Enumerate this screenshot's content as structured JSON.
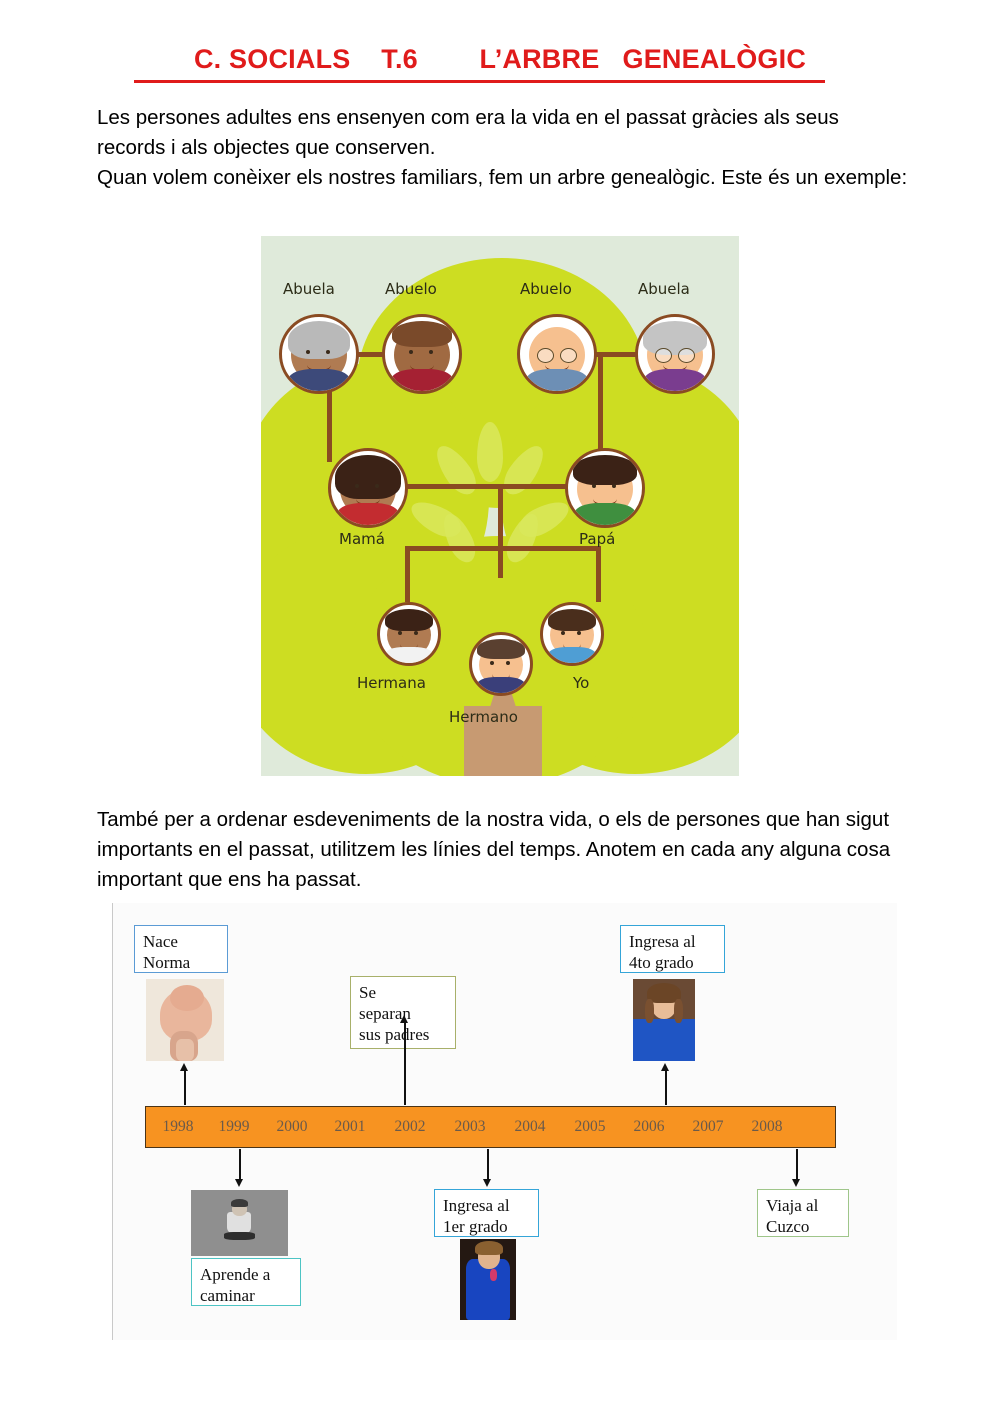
{
  "document": {
    "title": "C. SOCIALS    T.6        L’ARBRE   GENEALÒGIC",
    "title_color": "#e01b1b",
    "paragraph_1": "Les persones adultes ens ensenyen com era la vida en el passat gràcies als seus records i als objectes que conserven.\nQuan volem conèixer els nostres familiars,  fem un arbre genealògic. Este és un exemple:",
    "paragraph_2": "També per a ordenar esdeveniments de la nostra vida, o els de persones que han sigut importants en el passat, utilitzem les línies del temps. Anotem en cada any alguna cosa important que ens ha passat."
  },
  "family_tree": {
    "background_color": "#dfeada",
    "foliage_color": "#cddd22",
    "trunk_color": "#c79a72",
    "connector_color": "#8a4b22",
    "labels": {
      "grandmother_left": "Abuela",
      "grandfather_left": "Abuelo",
      "grandfather_right": "Abuelo",
      "grandmother_right": "Abuela",
      "mother": "Mamá",
      "father": "Papá",
      "sister": "Hermana",
      "brother": "Hermano",
      "self": "Yo"
    }
  },
  "timeline": {
    "background_color": "#fbfbfb",
    "bar_color": "#f79321",
    "years": [
      "1998",
      "1999",
      "2000",
      "2001",
      "2002",
      "2003",
      "2004",
      "2005",
      "2006",
      "2007",
      "2008"
    ],
    "events": [
      {
        "id": "nace-norma",
        "label": "Nace\nNorma",
        "year": "1998",
        "position": "above",
        "border_color": "#5b9bd5",
        "has_photo": true,
        "photo_caption": "newborn-baby-photo"
      },
      {
        "id": "se-separan",
        "label": "Se\nseparan\nsus padres",
        "year": "2002",
        "position": "above",
        "border_color": "#a8b06a",
        "has_photo": false,
        "photo_caption": ""
      },
      {
        "id": "ingresa-4to",
        "label": "Ingresa al\n4to grado",
        "year": "2006",
        "position": "above",
        "border_color": "#35a5d8",
        "has_photo": true,
        "photo_caption": "girl-in-blue-uniform-photo"
      },
      {
        "id": "aprende-caminar",
        "label": "Aprende a\ncaminar",
        "year": "1999",
        "position": "below",
        "border_color": "#4dc4c4",
        "has_photo": true,
        "photo_caption": "toddler-sitting-bw-photo"
      },
      {
        "id": "ingresa-1er",
        "label": "Ingresa al\n1er grado",
        "year": "2003",
        "position": "below",
        "border_color": "#35a5d8",
        "has_photo": true,
        "photo_caption": "child-in-blue-smock-photo"
      },
      {
        "id": "viaja-cuzco",
        "label": "Viaja al\nCuzco",
        "year": "2008",
        "position": "below",
        "border_color": "#9fc68a",
        "has_photo": false,
        "photo_caption": ""
      }
    ]
  }
}
